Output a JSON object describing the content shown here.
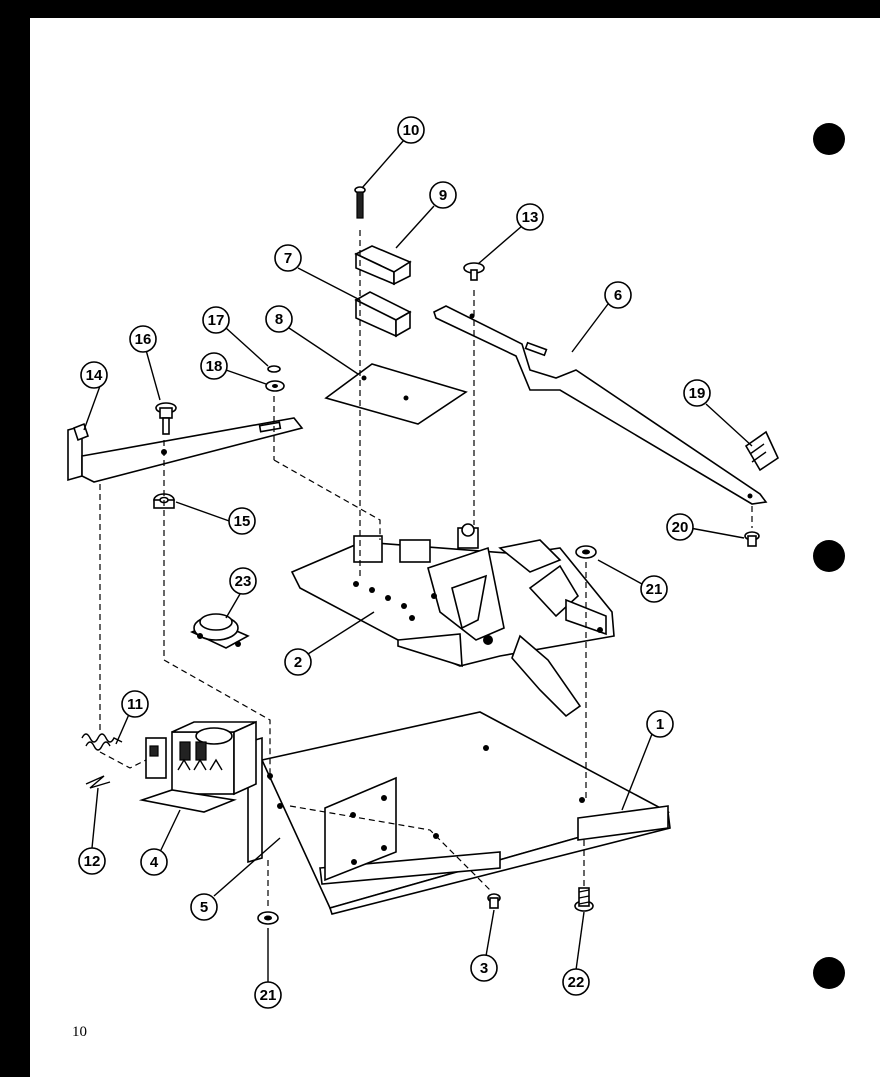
{
  "page": {
    "number": "10"
  },
  "callouts": [
    {
      "id": "c1",
      "label": "1"
    },
    {
      "id": "c2",
      "label": "2"
    },
    {
      "id": "c3",
      "label": "3"
    },
    {
      "id": "c4",
      "label": "4"
    },
    {
      "id": "c5",
      "label": "5"
    },
    {
      "id": "c6",
      "label": "6"
    },
    {
      "id": "c7",
      "label": "7"
    },
    {
      "id": "c8",
      "label": "8"
    },
    {
      "id": "c9",
      "label": "9"
    },
    {
      "id": "c10",
      "label": "10"
    },
    {
      "id": "c11",
      "label": "11"
    },
    {
      "id": "c12",
      "label": "12"
    },
    {
      "id": "c13",
      "label": "13"
    },
    {
      "id": "c14",
      "label": "14"
    },
    {
      "id": "c15",
      "label": "15"
    },
    {
      "id": "c16",
      "label": "16"
    },
    {
      "id": "c17",
      "label": "17"
    },
    {
      "id": "c18",
      "label": "18"
    },
    {
      "id": "c19",
      "label": "19"
    },
    {
      "id": "c20",
      "label": "20"
    },
    {
      "id": "c21a",
      "label": "21"
    },
    {
      "id": "c21b",
      "label": "21"
    },
    {
      "id": "c22",
      "label": "22"
    },
    {
      "id": "c23",
      "label": "23"
    }
  ]
}
